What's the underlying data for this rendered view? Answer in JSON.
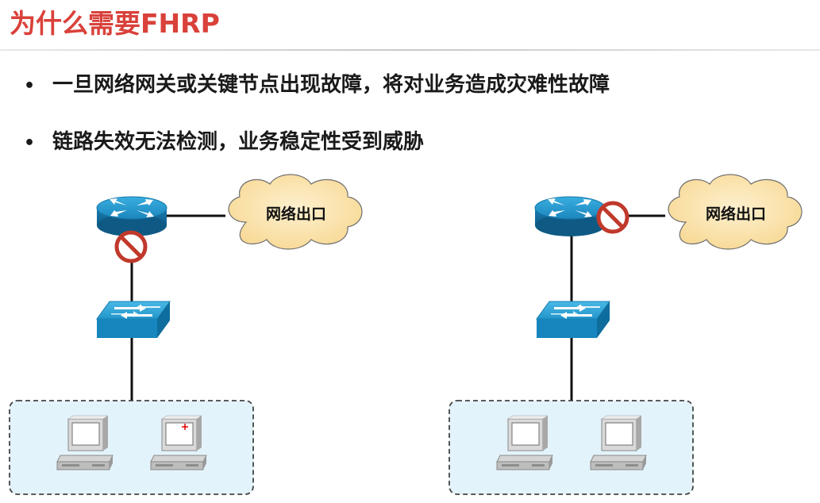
{
  "slide": {
    "title": "为什么需要FHRP"
  },
  "bullets": [
    "一旦网络网关或关键节点出现故障，将对业务造成灾难性故障",
    "链路失效无法检测，业务稳定性受到威胁"
  ],
  "diagrams": [
    {
      "cloud_label": "网络出口",
      "failure_location": "router-to-switch link"
    },
    {
      "cloud_label": "网络出口",
      "failure_location": "router-to-internet link"
    }
  ],
  "colors": {
    "title": "#d9413a",
    "device_blue": "#1f8fc4",
    "cloud_fill": "#fbe3b3",
    "lan_fill": "#e3f3fb",
    "forbidden": "#c0392b"
  }
}
